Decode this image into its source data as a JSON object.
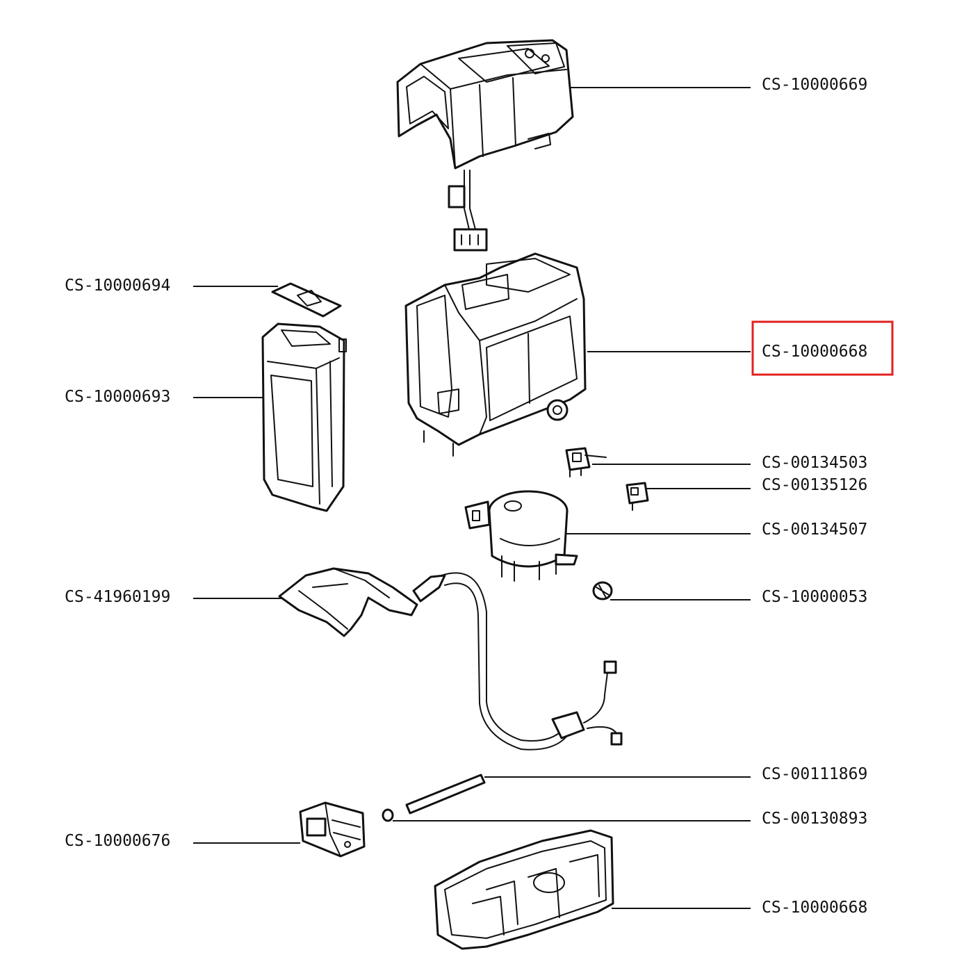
{
  "diagram": {
    "highlight_color": "#e02020",
    "ink_color": "#111111",
    "labels": {
      "top_cover": "CS-10000669",
      "filter_plate": "CS-10000694",
      "side_tank": "CS-10000693",
      "main_housing": "CS-10000668",
      "switch": "CS-00134503",
      "relay": "CS-00135126",
      "pump_motor": "CS-00134507",
      "hand_tool": "CS-41960199",
      "knob": "CS-10000053",
      "rod": "CS-00111869",
      "nut": "CS-00130893",
      "valve_block": "CS-10000676",
      "base_tray": "CS-10000668"
    },
    "highlighted_part": "main_housing"
  }
}
